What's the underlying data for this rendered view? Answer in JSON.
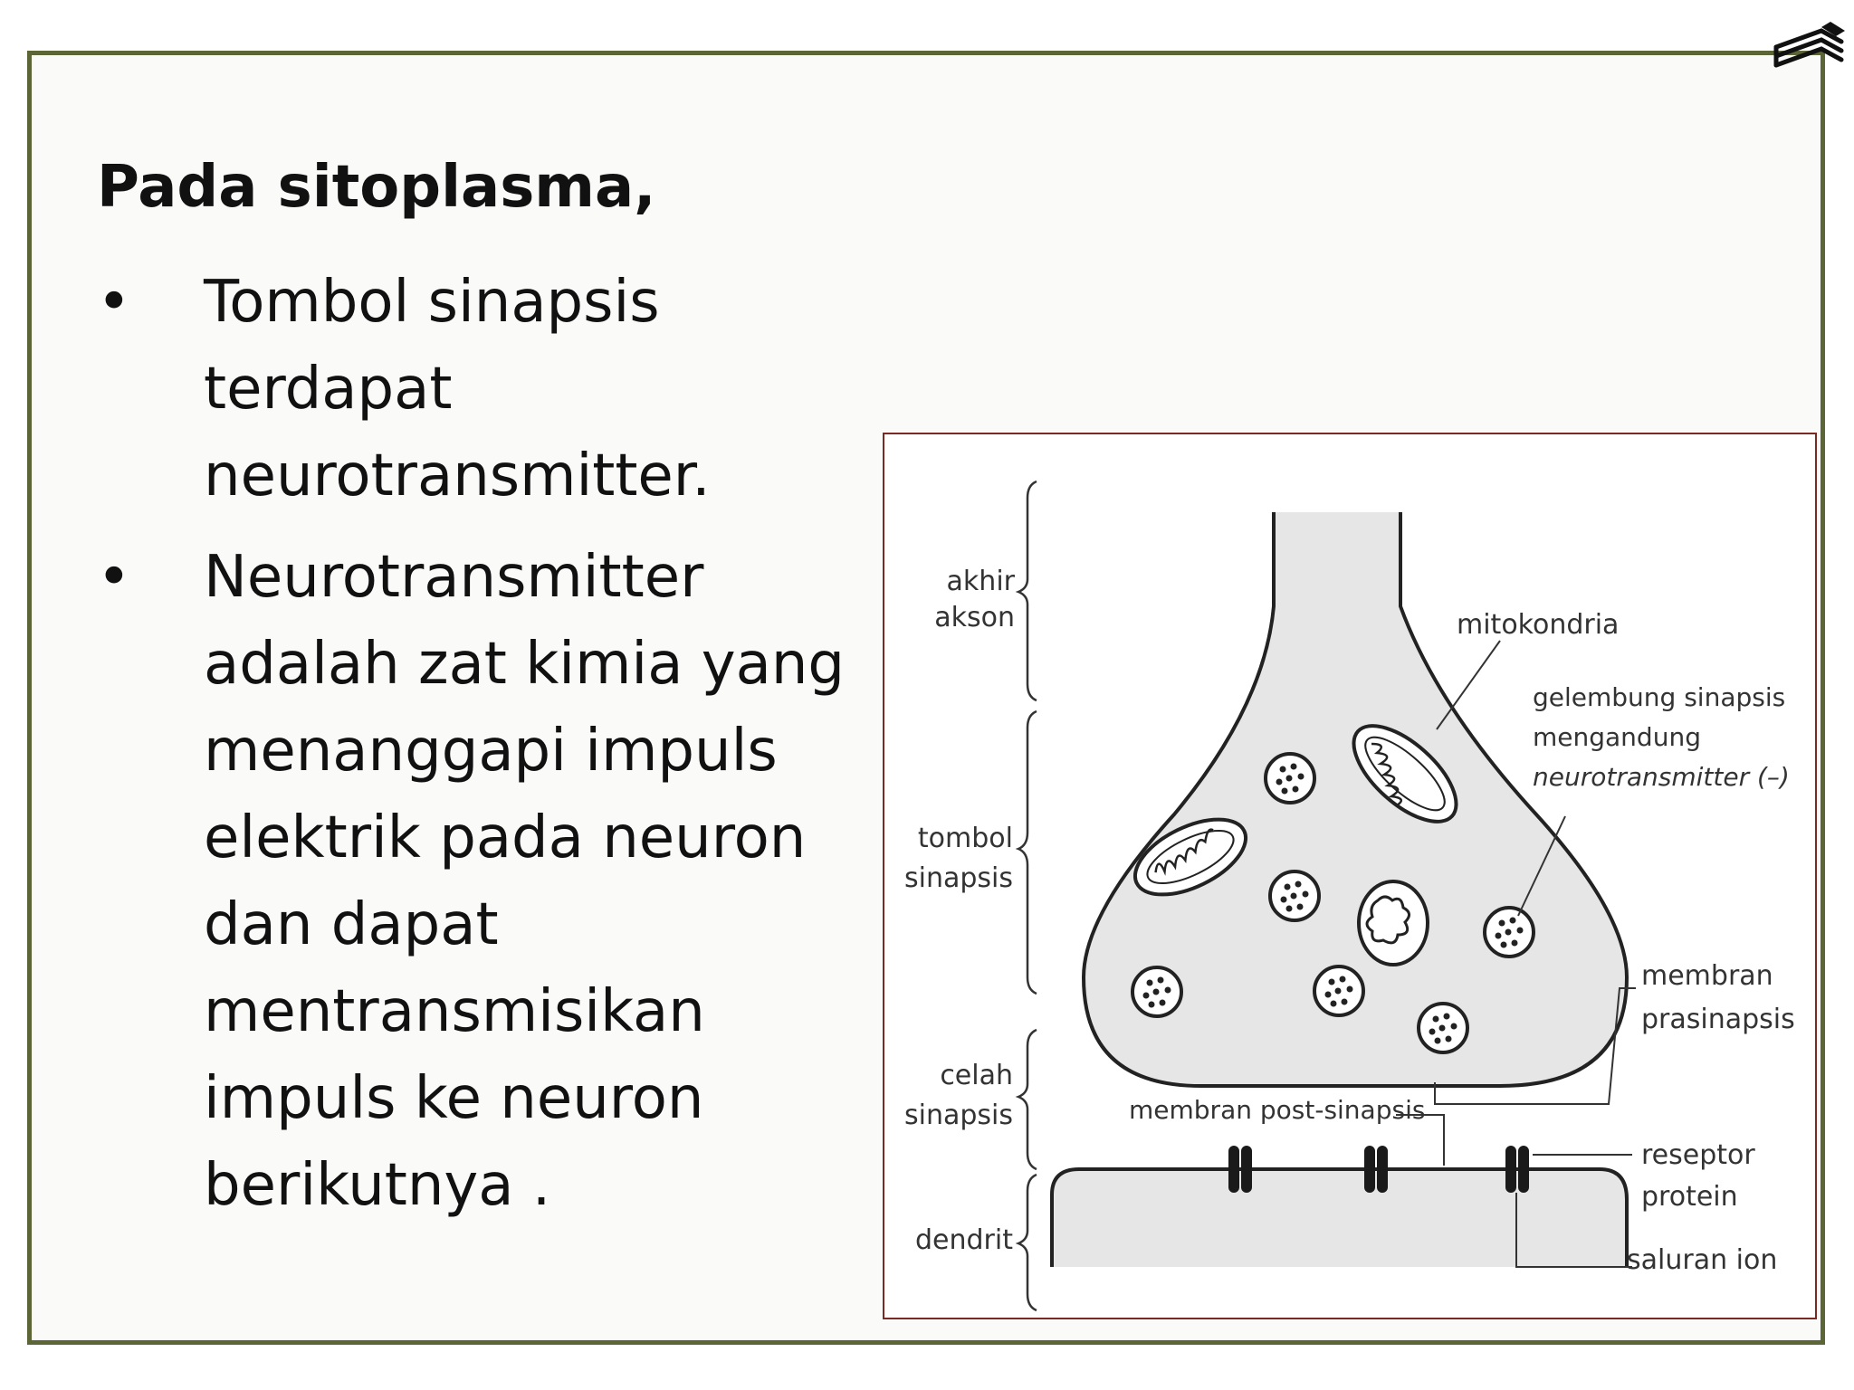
{
  "slide": {
    "heading": "Pada sitoplasma,",
    "bullets": [
      {
        "symbol": "•",
        "lines": [
          "Tombol  sinapsis",
          "terdapat",
          "neurotransmitter."
        ]
      },
      {
        "symbol": "•",
        "lines": [
          "Neurotransmitter",
          "adalah zat kimia yang",
          "menanggapi impuls",
          "elektrik pada neuron",
          "dan dapat",
          "mentransmisikan",
          "impuls ke neuron",
          "berikutnya ."
        ]
      }
    ]
  },
  "diagram": {
    "left_labels": {
      "akhir_akson": [
        "akhir",
        "akson"
      ],
      "tombol_sinapsis": [
        "tombol",
        "sinapsis"
      ],
      "celah_sinapsis": [
        "celah",
        "sinapsis"
      ],
      "dendrit": "dendrit"
    },
    "right_labels": {
      "mitokondria": "mitokondria",
      "gelembung": [
        "gelembung sinapsis",
        "mengandung",
        "neurotransmitter (–)"
      ],
      "membran_prasinapsis": [
        "membran",
        "prasinapsis"
      ],
      "membran_post_sinapsis": "membran post-sinapsis",
      "reseptor_protein": [
        "reseptor",
        "protein"
      ],
      "saluran_ion": "saluran ion"
    }
  },
  "colors": {
    "frame": "#5c6536",
    "figure_border": "#7a2a22",
    "fill": "#e6e6e6",
    "ink": "#222222"
  },
  "icons": {
    "corner_logo": "stacked-books-icon"
  }
}
